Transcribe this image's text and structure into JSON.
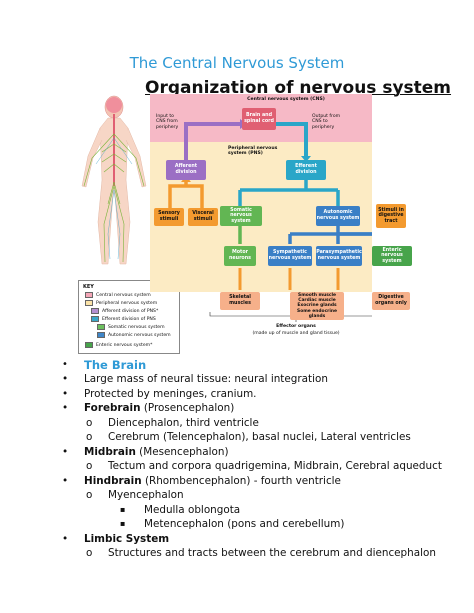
{
  "page_title": "The Central Nervous System",
  "figure": {
    "title": "Organization of nervous system",
    "cns_band": "Central nervous system (CNS)",
    "brain_box": "Brain and spinal cord",
    "input_text": "Input to CNS from periphery",
    "output_text": "Output from CNS to periphery",
    "pns_band": "Peripheral nervous system (PNS)",
    "afferent": "Afferent division",
    "efferent": "Efferent division",
    "sensory": "Sensory stimuli",
    "visceral": "Visceral stimuli",
    "somatic": "Somatic nervous system",
    "autonomic": "Autonomic nervous system",
    "stimuli_digestive": "Stimuli in digestive tract",
    "motor": "Motor neurons",
    "sympathetic": "Sympathetic nervous system",
    "parasympathetic": "Parasympathetic nervous system",
    "enteric": "Enteric nervous system",
    "skeletal": "Skeletal muscles",
    "smooth": "Smooth muscle Cardiac muscle Exocrine glands Some endocrine glands",
    "digestive": "Digestive organs only",
    "effector": "Effector organs",
    "effector_sub": "(made up of muscle and gland tissue)"
  },
  "key": {
    "heading": "KEY",
    "items": [
      {
        "label": "Central nervous system",
        "color": "#f4a6b7"
      },
      {
        "label": "Peripheral nervous system",
        "color": "#fbe3a8"
      },
      {
        "label": "Afferent division of PNS*",
        "color": "#b48fd0"
      },
      {
        "label": "Efferent division of PNS",
        "color": "#3aa6c7"
      },
      {
        "label": "Somatic nervous system",
        "color": "#6cbf5e"
      },
      {
        "label": "Autonomic nervous system",
        "color": "#3f86c8"
      },
      {
        "label": "Enteric nervous system*",
        "color": "#47a44b"
      }
    ]
  },
  "colors": {
    "accent": "#2f9ad6",
    "cns": "#f4a6b7",
    "pns": "#fbe3a8",
    "afferent": "#9b6fc4",
    "efferent": "#2aa6c8",
    "somatic": "#62b653",
    "autonomic": "#3a7fc6",
    "effector": "#f6b08a",
    "orange": "#f39a2f"
  },
  "notes": {
    "brain_heading": "The Brain",
    "lines": [
      {
        "marker": "•",
        "text": "Large mass of neural tissue: neural integration"
      },
      {
        "marker": "•",
        "text": "Protected by meninges, cranium."
      },
      {
        "marker": "•",
        "bold": "Forebrain",
        "text": " (Prosencephalon)"
      },
      {
        "marker": "o",
        "text": "Diencephalon, third ventricle"
      },
      {
        "marker": "o",
        "text": "Cerebrum (Telencephalon), basal nuclei, Lateral ventricles"
      },
      {
        "marker": "•",
        "bold": "Midbrain",
        "text": " (Mesencephalon)"
      },
      {
        "marker": "o",
        "text": "Tectum and corpora quadrigemina, Midbrain, Cerebral aqueduct"
      },
      {
        "marker": "•",
        "bold": "Hindbrain",
        "text": " (Rhombencephalon) - fourth ventricle"
      },
      {
        "marker": "o",
        "text": "Myencephalon"
      },
      {
        "marker": "▪",
        "text": "Medulla oblongota"
      },
      {
        "marker": "▪",
        "text": "Metencephalon (pons and cerebellum)"
      },
      {
        "marker": "•",
        "bold": "Limbic System",
        "text": ""
      },
      {
        "marker": "o",
        "text": "Structures and tracts between the cerebrum and diencephalon"
      }
    ]
  }
}
